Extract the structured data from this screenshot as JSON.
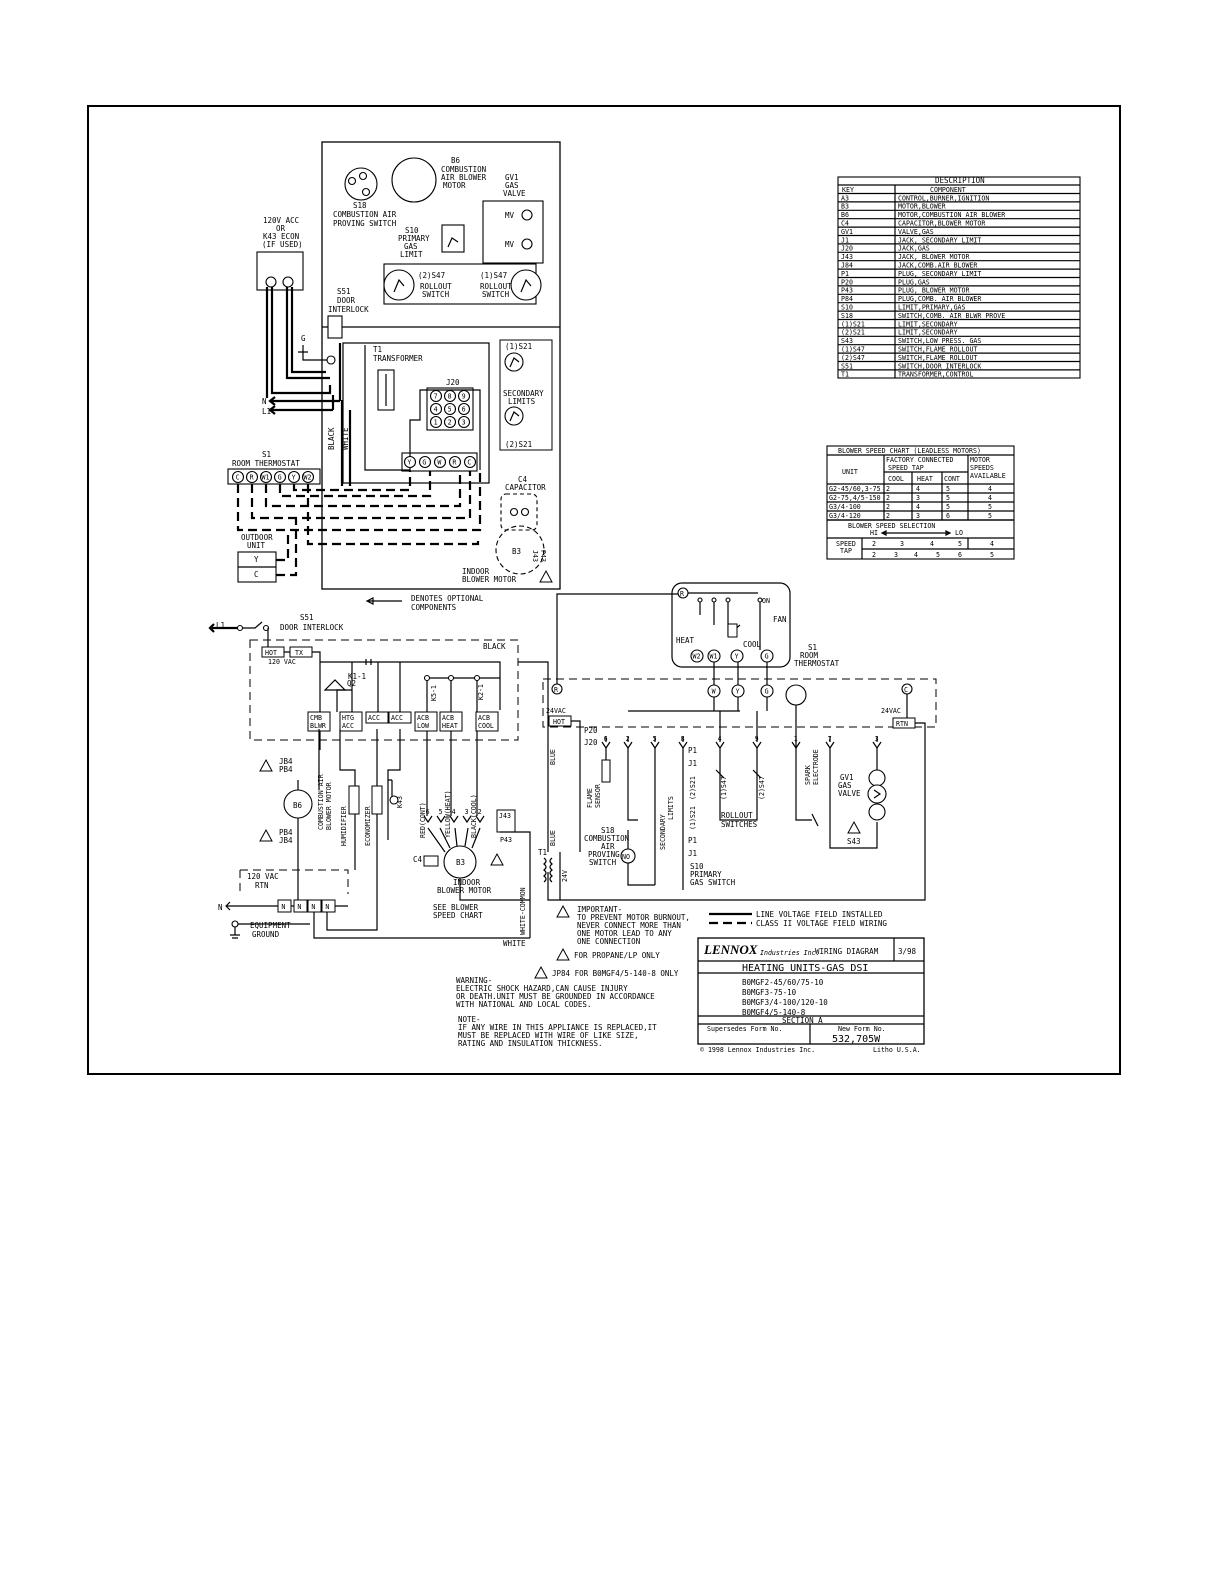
{
  "diagram": {
    "top_labels": {
      "b6": "B6",
      "b6_desc": [
        "COMBUSTION",
        "AIR BLOWER",
        "MOTOR"
      ],
      "gv1": "GV1",
      "gv1_desc": [
        "GAS",
        "VALVE"
      ],
      "mv": "MV",
      "s18": "S18",
      "s18_desc": [
        "COMBUSTION AIR",
        "PROVING SWITCH"
      ],
      "s10": "S10",
      "s10_desc": [
        "PRIMARY",
        "GAS",
        "LIMIT"
      ],
      "s47_2": "(2)S47",
      "s47_1": "(1)S47",
      "rollout": [
        "ROLLOUT",
        "SWITCH"
      ],
      "supply": [
        "120V ACC",
        "OR",
        "K43 ECON",
        "(IF USED)"
      ],
      "s51": "S51",
      "s51_desc": [
        "DOOR",
        "INTERLOCK"
      ],
      "g": "G",
      "n": "N",
      "l1": "L1",
      "black": "BLACK",
      "white": "WHITE",
      "t1": "T1",
      "transformer": "TRANSFORMER",
      "j20": "J20",
      "j20_pins": [
        "7",
        "8",
        "9",
        "4",
        "5",
        "6",
        "1",
        "2",
        "3"
      ],
      "s21_1": "(1)S21",
      "sec_limits": [
        "SECONDARY",
        "LIMITS"
      ],
      "s21_2": "(2)S21",
      "terminals": [
        "Y",
        "G",
        "W",
        "R",
        "C"
      ],
      "c4": "C4",
      "capacitor": "CAPACITOR",
      "b3": "B3",
      "j43": "J43",
      "p43": "P43",
      "indoor_motor": [
        "INDOOR",
        "BLOWER MOTOR"
      ],
      "s1": "S1",
      "room_thermo": "ROOM THERMOSTAT",
      "thermo_terms": [
        "C",
        "R",
        "W1",
        "G",
        "Y",
        "W2"
      ],
      "outdoor": [
        "OUTDOOR",
        "UNIT"
      ],
      "outdoor_terms": [
        "Y",
        "C"
      ],
      "optional": [
        "DENOTES OPTIONAL",
        "COMPONENTS"
      ]
    },
    "description_table": {
      "title": "DESCRIPTION",
      "headers": [
        "KEY",
        "COMPONENT"
      ],
      "rows": [
        [
          "A3",
          "CONTROL,BURNER,IGNITION"
        ],
        [
          "B3",
          "MOTOR,BLOWER"
        ],
        [
          "B6",
          "MOTOR,COMBUSTION AIR BLOWER"
        ],
        [
          "C4",
          "CAPACITOR,BLOWER MOTOR"
        ],
        [
          "GV1",
          "VALVE,GAS"
        ],
        [
          "J1",
          "JACK, SECONDARY LIMIT"
        ],
        [
          "J20",
          "JACK,GAS"
        ],
        [
          "J43",
          "JACK, BLOWER MOTOR"
        ],
        [
          "J84",
          "JACK,COMB.AIR BLOWER"
        ],
        [
          "P1",
          "PLUG, SECONDARY LIMIT"
        ],
        [
          "P20",
          "PLUG,GAS"
        ],
        [
          "P43",
          "PLUG, BLOWER MOTOR"
        ],
        [
          "P84",
          "PLUG,COMB. AIR BLOWER"
        ],
        [
          "S10",
          "LIMIT,PRIMARY,GAS"
        ],
        [
          "S18",
          "SWITCH,COMB. AIR BLWR PROVE"
        ],
        [
          "(1)S21",
          "LIMIT,SECONDARY"
        ],
        [
          "(2)S21",
          "LIMIT,SECONDARY"
        ],
        [
          "S43",
          "SWITCH,LOW PRESS. GAS"
        ],
        [
          "(1)S47",
          "SWITCH,FLAME ROLLOUT"
        ],
        [
          "(2)S47",
          "SWITCH,FLAME ROLLOUT"
        ],
        [
          "S51",
          "SWITCH,DOOR INTERLOCK"
        ],
        [
          "T1",
          "TRANSFORMER,CONTROL"
        ]
      ]
    },
    "speed_chart": {
      "title": "BLOWER SPEED CHART (LEADLESS MOTORS)",
      "unit": "UNIT",
      "factory": [
        "FACTORY CONNECTED",
        "SPEED TAP"
      ],
      "motor": [
        "MOTOR",
        "SPEEDS",
        "AVAILABLE"
      ],
      "cols": [
        "COOL",
        "HEAT",
        "CONT"
      ],
      "rows": [
        [
          "G2-45/60,3-75",
          "2",
          "4",
          "5",
          "4"
        ],
        [
          "G2-75,4/5-150",
          "2",
          "3",
          "5",
          "4"
        ],
        [
          "G3/4-100",
          "2",
          "4",
          "5",
          "5"
        ],
        [
          "G3/4-120",
          "2",
          "3",
          "6",
          "5"
        ]
      ],
      "selection": "BLOWER SPEED SELECTION",
      "hi": "HI",
      "lo": "LO",
      "speed_tap": [
        "SPEED",
        "TAP"
      ],
      "row_a": [
        "2",
        "3",
        "4",
        "5",
        "4"
      ],
      "row_b": [
        "2",
        "3",
        "4",
        "5",
        "6",
        "5"
      ]
    },
    "ladder": {
      "l1": "L1",
      "s51": "S51",
      "door": "DOOR INTERLOCK",
      "hot": "HOT",
      "tx": "TX",
      "vac": "120 VAC",
      "black": "BLACK",
      "k1": "K1-1",
      "q2": "Q2",
      "k5": "K5-1",
      "k2": "K2-1",
      "boxes": [
        "CMB BLWR",
        "HTG ACC",
        "ACC",
        "ACC",
        "ACB LOW",
        "ACB HEAT",
        "ACB COOL"
      ],
      "jb84": "JB4",
      "pb84": "PB4",
      "b6": "B6",
      "comb_motor": [
        "COMBUSTION AIR",
        "BLOWER MOTOR"
      ],
      "humidifier": "HUMIDIFIER",
      "economizer": "ECONOMIZER",
      "k43": "K43",
      "wires": [
        "RED(CONT)",
        "YELLOW(HEAT)",
        "BLACK(COOL)"
      ],
      "taps": [
        "6",
        "5",
        "4",
        "3",
        "2"
      ],
      "j43": "J43",
      "p43": "P43",
      "c4": "C4",
      "b3": "B3",
      "indoor": [
        "INDOOR",
        "BLOWER MOTOR"
      ],
      "see_chart": [
        "SEE BLOWER",
        "SPEED CHART"
      ],
      "white_common": "WHITE-COMMON",
      "white": "WHITE",
      "rtn": [
        "120 VAC",
        "RTN"
      ],
      "n": "N",
      "ground": [
        "EQUIPMENT",
        "GROUND"
      ],
      "blue": "BLUE",
      "t1": "T1",
      "v24": "24V"
    },
    "right_ladder": {
      "s1": "S1",
      "room_thermo": [
        "ROOM",
        "THERMOSTAT"
      ],
      "heat": "HEAT",
      "cool": "COOL",
      "fan": "FAN",
      "on": "ON",
      "thermo_terms": [
        "W2",
        "W1",
        "Y",
        "G"
      ],
      "r": "R",
      "c": "C",
      "mid_terms": [
        "W",
        "Y",
        "G"
      ],
      "vac24_l": "24VAC",
      "vac24_r": "24VAC",
      "hot": "HOT",
      "rtn": "RTN",
      "p20": "P20",
      "j20": "J20",
      "pins": [
        "6",
        "2",
        "5",
        "8",
        "4",
        "9",
        "1",
        "7",
        "3"
      ],
      "flame": [
        "FLAME",
        "SENSOR"
      ],
      "sec_limits": [
        "SECONDARY",
        "LIMITS"
      ],
      "p1": "P1",
      "j1": "J1",
      "s21_2": "(2)S21",
      "s21_1": "(1)S21",
      "s47_1": "(1)S47",
      "s47_2": "(2)S47",
      "rollout": [
        "ROLLOUT",
        "SWITCHES"
      ],
      "spark": [
        "SPARK",
        "ELECTRODE"
      ],
      "gv1": "GV1",
      "gv1_desc": [
        "GAS",
        "VALVE"
      ],
      "s43": "S43",
      "s18": [
        "S18",
        "COMBUSTION",
        "AIR",
        "PROVING",
        "SWITCH"
      ],
      "no": "NO",
      "s10": [
        "S10",
        "PRIMARY",
        "GAS SWITCH"
      ],
      "p1b": "P1",
      "j1b": "J1"
    },
    "notes": {
      "important": [
        "IMPORTANT-",
        "TO PREVENT MOTOR BURNOUT,",
        "NEVER CONNECT MORE THAN",
        "ONE MOTOR LEAD TO ANY",
        "ONE CONNECTION"
      ],
      "propane": "FOR PROPANE/LP ONLY",
      "jp84": "JP84 FOR B0MGF4/5-140-8 ONLY",
      "line_voltage": "LINE VOLTAGE FIELD INSTALLED",
      "class2": "CLASS II VOLTAGE FIELD WIRING",
      "warning": [
        "WARNING-",
        "ELECTRIC SHOCK HAZARD,CAN CAUSE INJURY",
        "OR DEATH.UNIT MUST BE GROUNDED IN ACCORDANCE",
        "WITH NATIONAL AND LOCAL CODES."
      ],
      "note": [
        "NOTE-",
        "IF ANY WIRE IN THIS APPLIANCE IS REPLACED,IT",
        "MUST BE REPLACED WITH WIRE OF LIKE SIZE,",
        "RATING AND INSULATION THICKNESS."
      ]
    },
    "title_block": {
      "logo": "LENNOX",
      "logo_sub": "Industries Inc.",
      "wiring": "WIRING DIAGRAM",
      "date": "3/98",
      "heading": "HEATING UNITS-GAS DSI",
      "models": [
        "B0MGF2-45/60/75-10",
        "B0MGF3-75-10",
        "B0MGF3/4-100/120-10",
        "B0MGF4/5-140-8"
      ],
      "section": "SECTION A",
      "supersedes": "Supersedes Form No.",
      "new_form": "New Form No.",
      "form_no": "532,705W",
      "copyright": "© 1998 Lennox Industries Inc.",
      "litho": "Litho U.S.A."
    }
  }
}
